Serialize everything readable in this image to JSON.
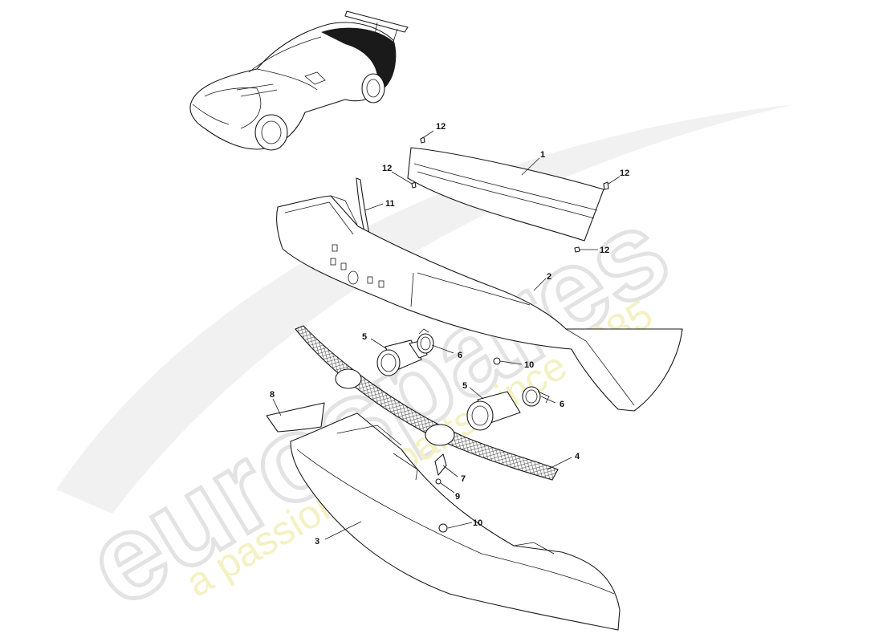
{
  "watermark": {
    "brand": "eurospares",
    "tagline": "a passion for parts since 1985",
    "brand_color": "#e6e6e6",
    "tagline_color": "#f3f0b8"
  },
  "callouts": [
    {
      "id": "c1",
      "label": "1"
    },
    {
      "id": "c2",
      "label": "2"
    },
    {
      "id": "c3",
      "label": "3"
    },
    {
      "id": "c4",
      "label": "4"
    },
    {
      "id": "c5a",
      "label": "5"
    },
    {
      "id": "c5b",
      "label": "5"
    },
    {
      "id": "c6a",
      "label": "6"
    },
    {
      "id": "c6b",
      "label": "6"
    },
    {
      "id": "c7",
      "label": "7"
    },
    {
      "id": "c8",
      "label": "8"
    },
    {
      "id": "c9",
      "label": "9"
    },
    {
      "id": "c10a",
      "label": "10"
    },
    {
      "id": "c10b",
      "label": "10"
    },
    {
      "id": "c11",
      "label": "11"
    },
    {
      "id": "c12a",
      "label": "12"
    },
    {
      "id": "c12b",
      "label": "12"
    },
    {
      "id": "c12c",
      "label": "12"
    },
    {
      "id": "c12d",
      "label": "12"
    }
  ]
}
